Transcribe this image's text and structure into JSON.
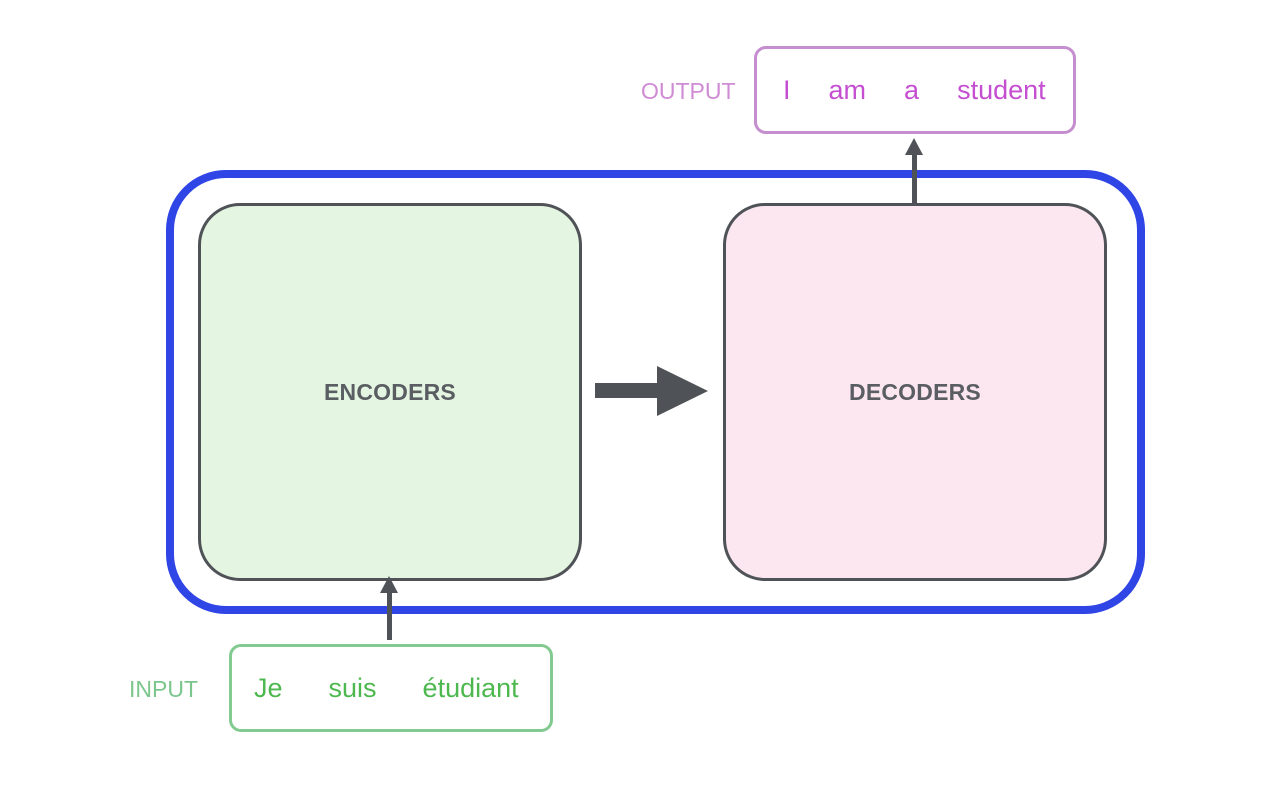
{
  "diagram": {
    "encoder_label": "ENCODERS",
    "decoder_label": "DECODERS",
    "input_label": "INPUT",
    "output_label": "OUTPUT",
    "input_tokens": [
      "Je",
      "suis",
      "étudiant"
    ],
    "output_tokens": [
      "I",
      "am",
      "a",
      "student"
    ]
  },
  "colors": {
    "frame": "#2f45e6",
    "encoder_fill": "#e4f5e1",
    "decoder_fill": "#fce6ef",
    "input_accent": "#4db84f",
    "output_accent": "#c44fd0",
    "arrow": "#4f5358"
  }
}
